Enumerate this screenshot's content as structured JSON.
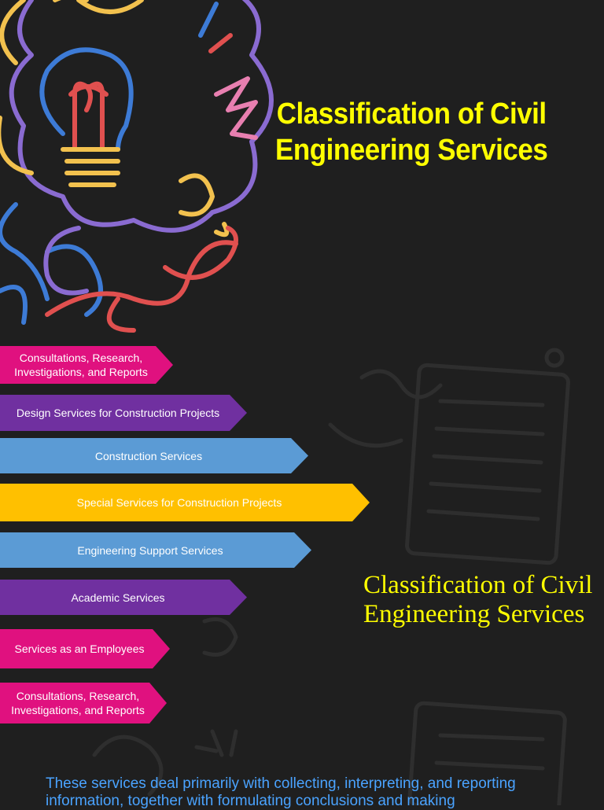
{
  "header": {
    "title": "Classification of Civil Engineering Services"
  },
  "colors": {
    "background": "#1f1f1f",
    "title": "#ffff00",
    "pink": "#e0117f",
    "purple": "#7030a0",
    "blue": "#5b9bd5",
    "orange": "#ffc000",
    "body_text": "#4aa3ff"
  },
  "services": [
    {
      "label": "Consultations, Research, Investigations, and Reports",
      "color": "pink"
    },
    {
      "label": "Design Services for Construction Projects",
      "color": "purple"
    },
    {
      "label": "Construction Services",
      "color": "blue"
    },
    {
      "label": "Special Services for Construction Projects",
      "color": "orange"
    },
    {
      "label": "Engineering Support Services",
      "color": "blue"
    },
    {
      "label": "Academic Services",
      "color": "purple"
    },
    {
      "label": "Services as an Employees",
      "color": "pink"
    },
    {
      "label": "Consultations, Research, Investigations, and Reports",
      "color": "pink"
    }
  ],
  "side_title": "Classification of Civil Engineering Services",
  "body": {
    "text": "These services deal primarily with collecting, interpreting, and reporting information, together with formulating conclusions and making"
  }
}
